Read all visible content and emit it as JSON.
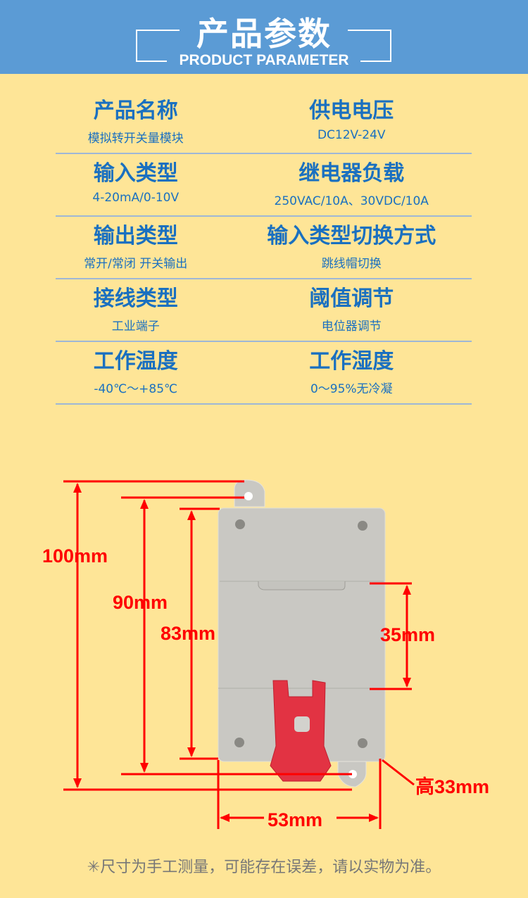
{
  "header": {
    "title": "产品参数",
    "subtitle": "PRODUCT PARAMETER"
  },
  "params": [
    {
      "left_label": "产品名称",
      "left_value": "模拟转开关量模块",
      "right_label": "供电电压",
      "right_value": "DC12V-24V"
    },
    {
      "left_label": "输入类型",
      "left_value": "4-20mA/0-10V",
      "right_label": "继电器负载",
      "right_value": "250VAC/10A、30VDC/10A"
    },
    {
      "left_label": "输出类型",
      "left_value": "常开/常闭 开关输出",
      "right_label": "输入类型切换方式",
      "right_value": "跳线帽切换"
    },
    {
      "left_label": "接线类型",
      "left_value": "工业端子",
      "right_label": "阈值调节",
      "right_value": "电位器调节"
    },
    {
      "left_label": "工作温度",
      "left_value": "-40℃～+85℃",
      "right_label": "工作湿度",
      "right_value": "0～95%无冷凝"
    }
  ],
  "dimensions": {
    "total_height": "100mm",
    "hole_spacing": "90mm",
    "body_height": "83mm",
    "rail_width": "35mm",
    "width": "53mm",
    "depth": "高33mm"
  },
  "note": "✳尺寸为手工测量，可能存在误差，请以实物为准。",
  "colors": {
    "header": "#5b9bd5",
    "background": "#fee597",
    "text": "#1a70c0",
    "dimension": "#ff0000"
  }
}
